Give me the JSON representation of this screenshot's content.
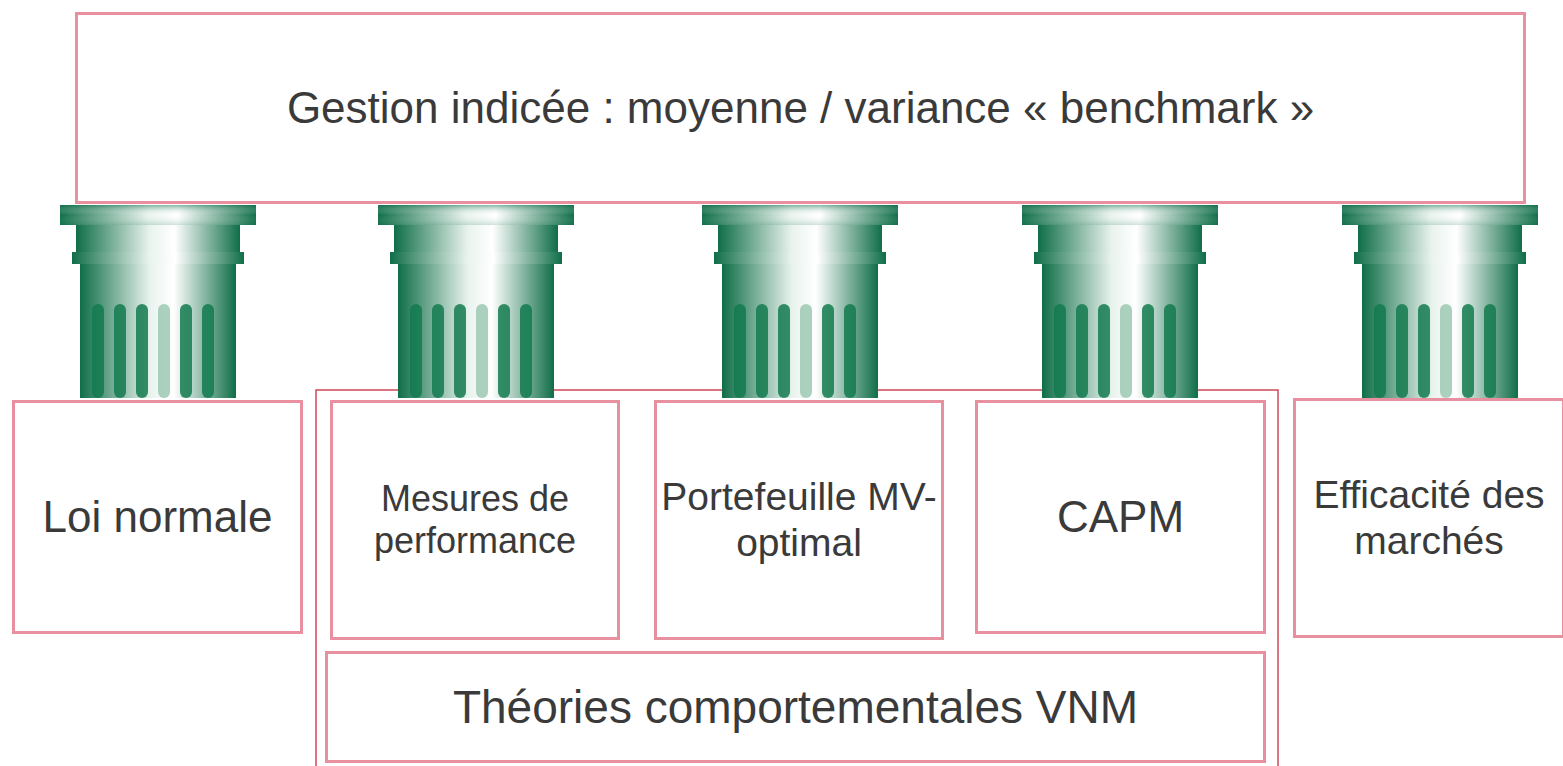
{
  "diagram": {
    "nodes": [
      {
        "text": [
          "Gestion indicée : moyenne / variance « benchmark »"
        ]
      },
      {
        "text": [
          "Loi normale"
        ]
      },
      {
        "text": [
          "Mesures de performance"
        ]
      },
      {
        "text": [
          "Portefeuille MV-optimal"
        ]
      },
      {
        "text": [
          "CAPM"
        ]
      },
      {
        "text": [
          "Efficacité des marchés"
        ]
      },
      {
        "text": [
          "Théories comportementales VNM"
        ]
      }
    ]
  }
}
